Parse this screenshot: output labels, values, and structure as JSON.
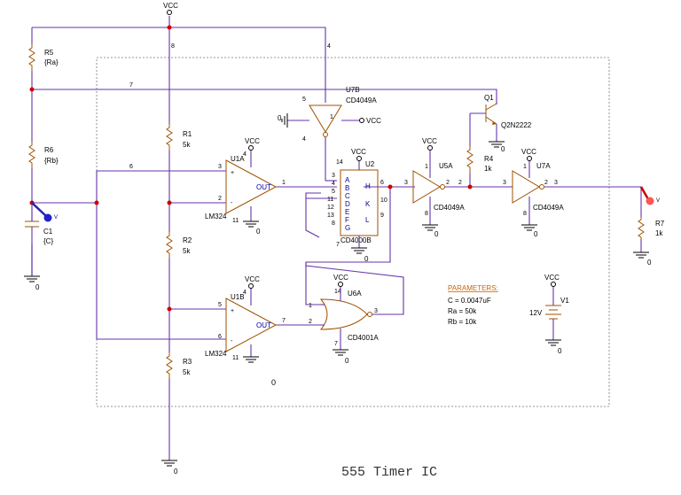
{
  "title": "555 Timer IC",
  "rails": {
    "vcc": "VCC",
    "gnd": "0"
  },
  "nets": {
    "n8": "8",
    "n4": "4",
    "n7": "7",
    "n6": "6",
    "n1": "1",
    "n2": "2",
    "n3": "3",
    "n3b": "3",
    "n2b": "2",
    "n6b": "6",
    "n7b": "7",
    "n5": "5"
  },
  "resistors": [
    {
      "ref": "R5",
      "value": "{Ra}"
    },
    {
      "ref": "R6",
      "value": "{Rb}"
    },
    {
      "ref": "R1",
      "value": "5k"
    },
    {
      "ref": "R2",
      "value": "5k"
    },
    {
      "ref": "R3",
      "value": "5k"
    },
    {
      "ref": "R4",
      "value": "1k"
    },
    {
      "ref": "R7",
      "value": "1k"
    }
  ],
  "capacitor": {
    "ref": "C1",
    "value": "{C}"
  },
  "opamps": [
    {
      "ref": "U1A",
      "model": "LM324",
      "out": "OUT",
      "pins": [
        "3",
        "2",
        "4",
        "11",
        "1"
      ]
    },
    {
      "ref": "U1B",
      "model": "LM324",
      "out": "OUT",
      "pins": [
        "5",
        "6",
        "4",
        "11",
        "7"
      ]
    }
  ],
  "inverters": [
    {
      "ref": "U7B",
      "model": "CD4049A",
      "pins": [
        "5",
        "1",
        "4"
      ],
      "vcc": "VCC"
    },
    {
      "ref": "U5A",
      "model": "CD4049A",
      "pins": [
        "3",
        "2",
        "1",
        "8"
      ]
    },
    {
      "ref": "U7A",
      "model": "CD4049A",
      "pins": [
        "3",
        "2",
        "1",
        "8"
      ]
    }
  ],
  "flipflop": {
    "ref": "U2",
    "model": "CD4000B",
    "inputs": [
      "A",
      "B",
      "C",
      "D",
      "E",
      "F",
      "G"
    ],
    "outputs": [
      "H",
      "K",
      "L"
    ],
    "pins": [
      "3",
      "4",
      "5",
      "11",
      "12",
      "13",
      "8",
      "6",
      "10",
      "9",
      "14",
      "7"
    ]
  },
  "nor": {
    "ref": "U6A",
    "model": "CD4001A",
    "pins": [
      "1",
      "2",
      "3",
      "14",
      "7"
    ]
  },
  "transistor": {
    "ref": "Q1",
    "model": "Q2N2222"
  },
  "source": {
    "ref": "V1",
    "value": "12V"
  },
  "probe": "V",
  "params": {
    "heading": "PARAMETERS:",
    "lines": [
      "C = 0.0047uF",
      "Ra = 50k",
      "Rb = 10k"
    ]
  },
  "box_label": "0"
}
